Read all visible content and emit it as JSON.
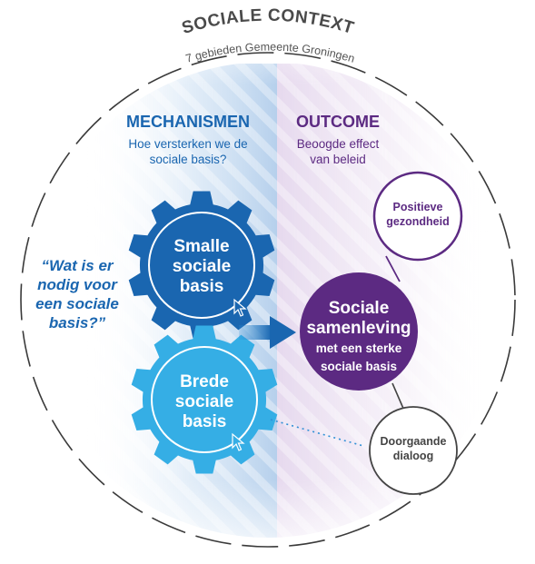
{
  "context": {
    "title": "SOCIALE CONTEXT",
    "subtitle": "7 gebieden Gemeente Groningen"
  },
  "mechanisms": {
    "heading": "MECHANISMEN",
    "sub_line1": "Hoe versterken we de",
    "sub_line2": "sociale basis?"
  },
  "outcome": {
    "heading": "OUTCOME",
    "sub_line1": "Beoogde effect",
    "sub_line2": "van beleid"
  },
  "question": {
    "line1": "“Wat is er",
    "line2": "nodig voor",
    "line3": "een sociale",
    "line4": "basis?”"
  },
  "gear_small": {
    "line1": "Smalle",
    "line2": "sociale",
    "line3": "basis"
  },
  "gear_broad": {
    "line1": "Brede",
    "line2": "sociale",
    "line3": "basis"
  },
  "center": {
    "line1": "Sociale",
    "line2": "samenleving",
    "line3": "met een sterke",
    "line4": "sociale basis"
  },
  "health": {
    "line1": "Positieve",
    "line2": "gezondheid"
  },
  "dialogue": {
    "line1": "Doorgaande",
    "line2": "dialoog"
  },
  "colors": {
    "dark_blue": "#1a66b0",
    "light_blue": "#35aee5",
    "purple": "#5c2a82",
    "title_gray": "#4a4a4a"
  }
}
